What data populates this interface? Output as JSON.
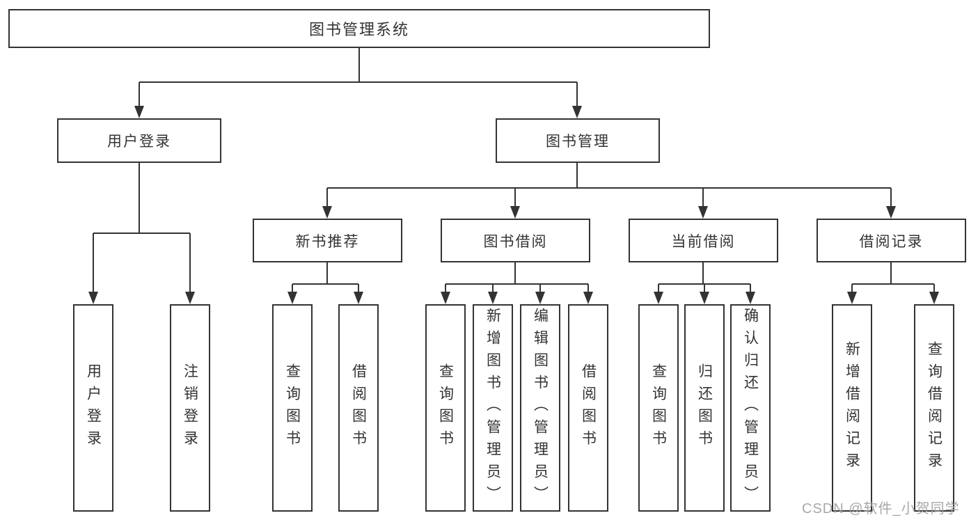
{
  "diagram": {
    "title": "图书管理系统",
    "colors": {
      "line": "#333333",
      "text": "#333333",
      "box_bg": "#ffffff",
      "watermark": "#9e9e9e"
    },
    "tree": {
      "label": "图书管理系统",
      "children": [
        {
          "label": "用户登录",
          "children": [
            {
              "label": "用户登录"
            },
            {
              "label": "注销登录"
            }
          ]
        },
        {
          "label": "图书管理",
          "children": [
            {
              "label": "新书推荐",
              "children": [
                {
                  "label": "查询图书"
                },
                {
                  "label": "借阅图书"
                }
              ]
            },
            {
              "label": "图书借阅",
              "children": [
                {
                  "label": "查询图书"
                },
                {
                  "label": "新增图书（管理员）"
                },
                {
                  "label": "编辑图书（管理员）"
                },
                {
                  "label": "借阅图书"
                }
              ]
            },
            {
              "label": "当前借阅",
              "children": [
                {
                  "label": "查询图书"
                },
                {
                  "label": "归还图书"
                },
                {
                  "label": "确认归还（管理员）"
                }
              ]
            },
            {
              "label": "借阅记录",
              "children": [
                {
                  "label": "新增借阅记录"
                },
                {
                  "label": "查询借阅记录"
                }
              ]
            }
          ]
        }
      ]
    },
    "watermark": "CSDN @软件_小贺同学"
  }
}
